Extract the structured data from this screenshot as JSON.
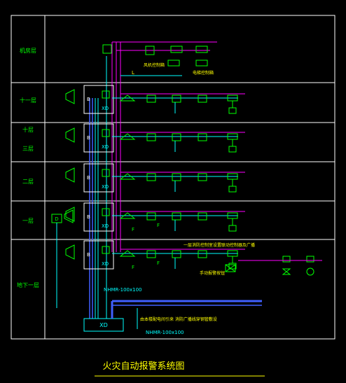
{
  "title": "火灾自动报警系统图",
  "floors": [
    {
      "id": "roof",
      "label": "机房层"
    },
    {
      "id": "f10",
      "label": "十一层"
    },
    {
      "id": "f3_top",
      "label": "十层"
    },
    {
      "id": "f3_bot",
      "label": "三层"
    },
    {
      "id": "f2",
      "label": "二层"
    },
    {
      "id": "f1",
      "label": "一层"
    },
    {
      "id": "b1",
      "label": "地下一层"
    }
  ],
  "device_labels": {
    "xd": "XD",
    "b": "B",
    "f": "F",
    "l": "L",
    "d": "D",
    "roof_note_1": "风机控制箱",
    "roof_note_2": "电梯控制箱",
    "b1_note": "手动报警按钮",
    "f1_note": "一层消防控制室设置联动控制器及广播",
    "b1_note2": "由本楼配电间引来 消防广播线穿钢管敷设"
  },
  "cables": {
    "vertical": "NHMR-100x100",
    "horizontal": "NHMR-100x100"
  },
  "colors": {
    "bg": "#000000",
    "frame": "#ffffff",
    "cyan": "#00ffff",
    "green": "#00ff00",
    "magenta": "#ff00ff",
    "yellow": "#ffff00",
    "blue": "#4060ff"
  }
}
